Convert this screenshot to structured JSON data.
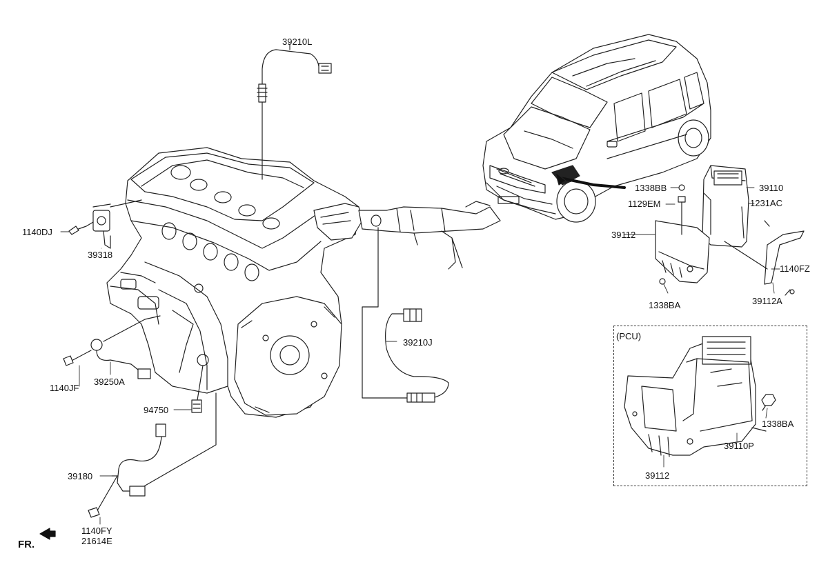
{
  "labels": {
    "o2_upper": "39210L",
    "cam_bolt": "1140DJ",
    "cam_sensor": "39318",
    "knock_bolt": "1140JF",
    "knock_sensor": "39250A",
    "oil_switch": "94750",
    "crank_sensor": "39180",
    "crank_bolt_a": "1140FY",
    "crank_bolt_b": "21614E",
    "o2_lower": "39210J",
    "ecu_bolt_bb": "1338BB",
    "ecu_bolt_em": "1129EM",
    "ecu": "39110",
    "ecu_screw": "1231AC",
    "ecu_bracket": "39112",
    "bracket_bolt": "1140FZ",
    "bracket_a": "39112A",
    "nut_ba": "1338BA",
    "pcu_title": "(PCU)",
    "pcu_nut": "1338BA",
    "pcu_unit": "39110P",
    "pcu_bracket": "39112",
    "front": "FR."
  },
  "colors": {
    "line": "#222222",
    "fill": "#ffffff",
    "shade": "#cfcfcf",
    "dark": "#111111"
  }
}
